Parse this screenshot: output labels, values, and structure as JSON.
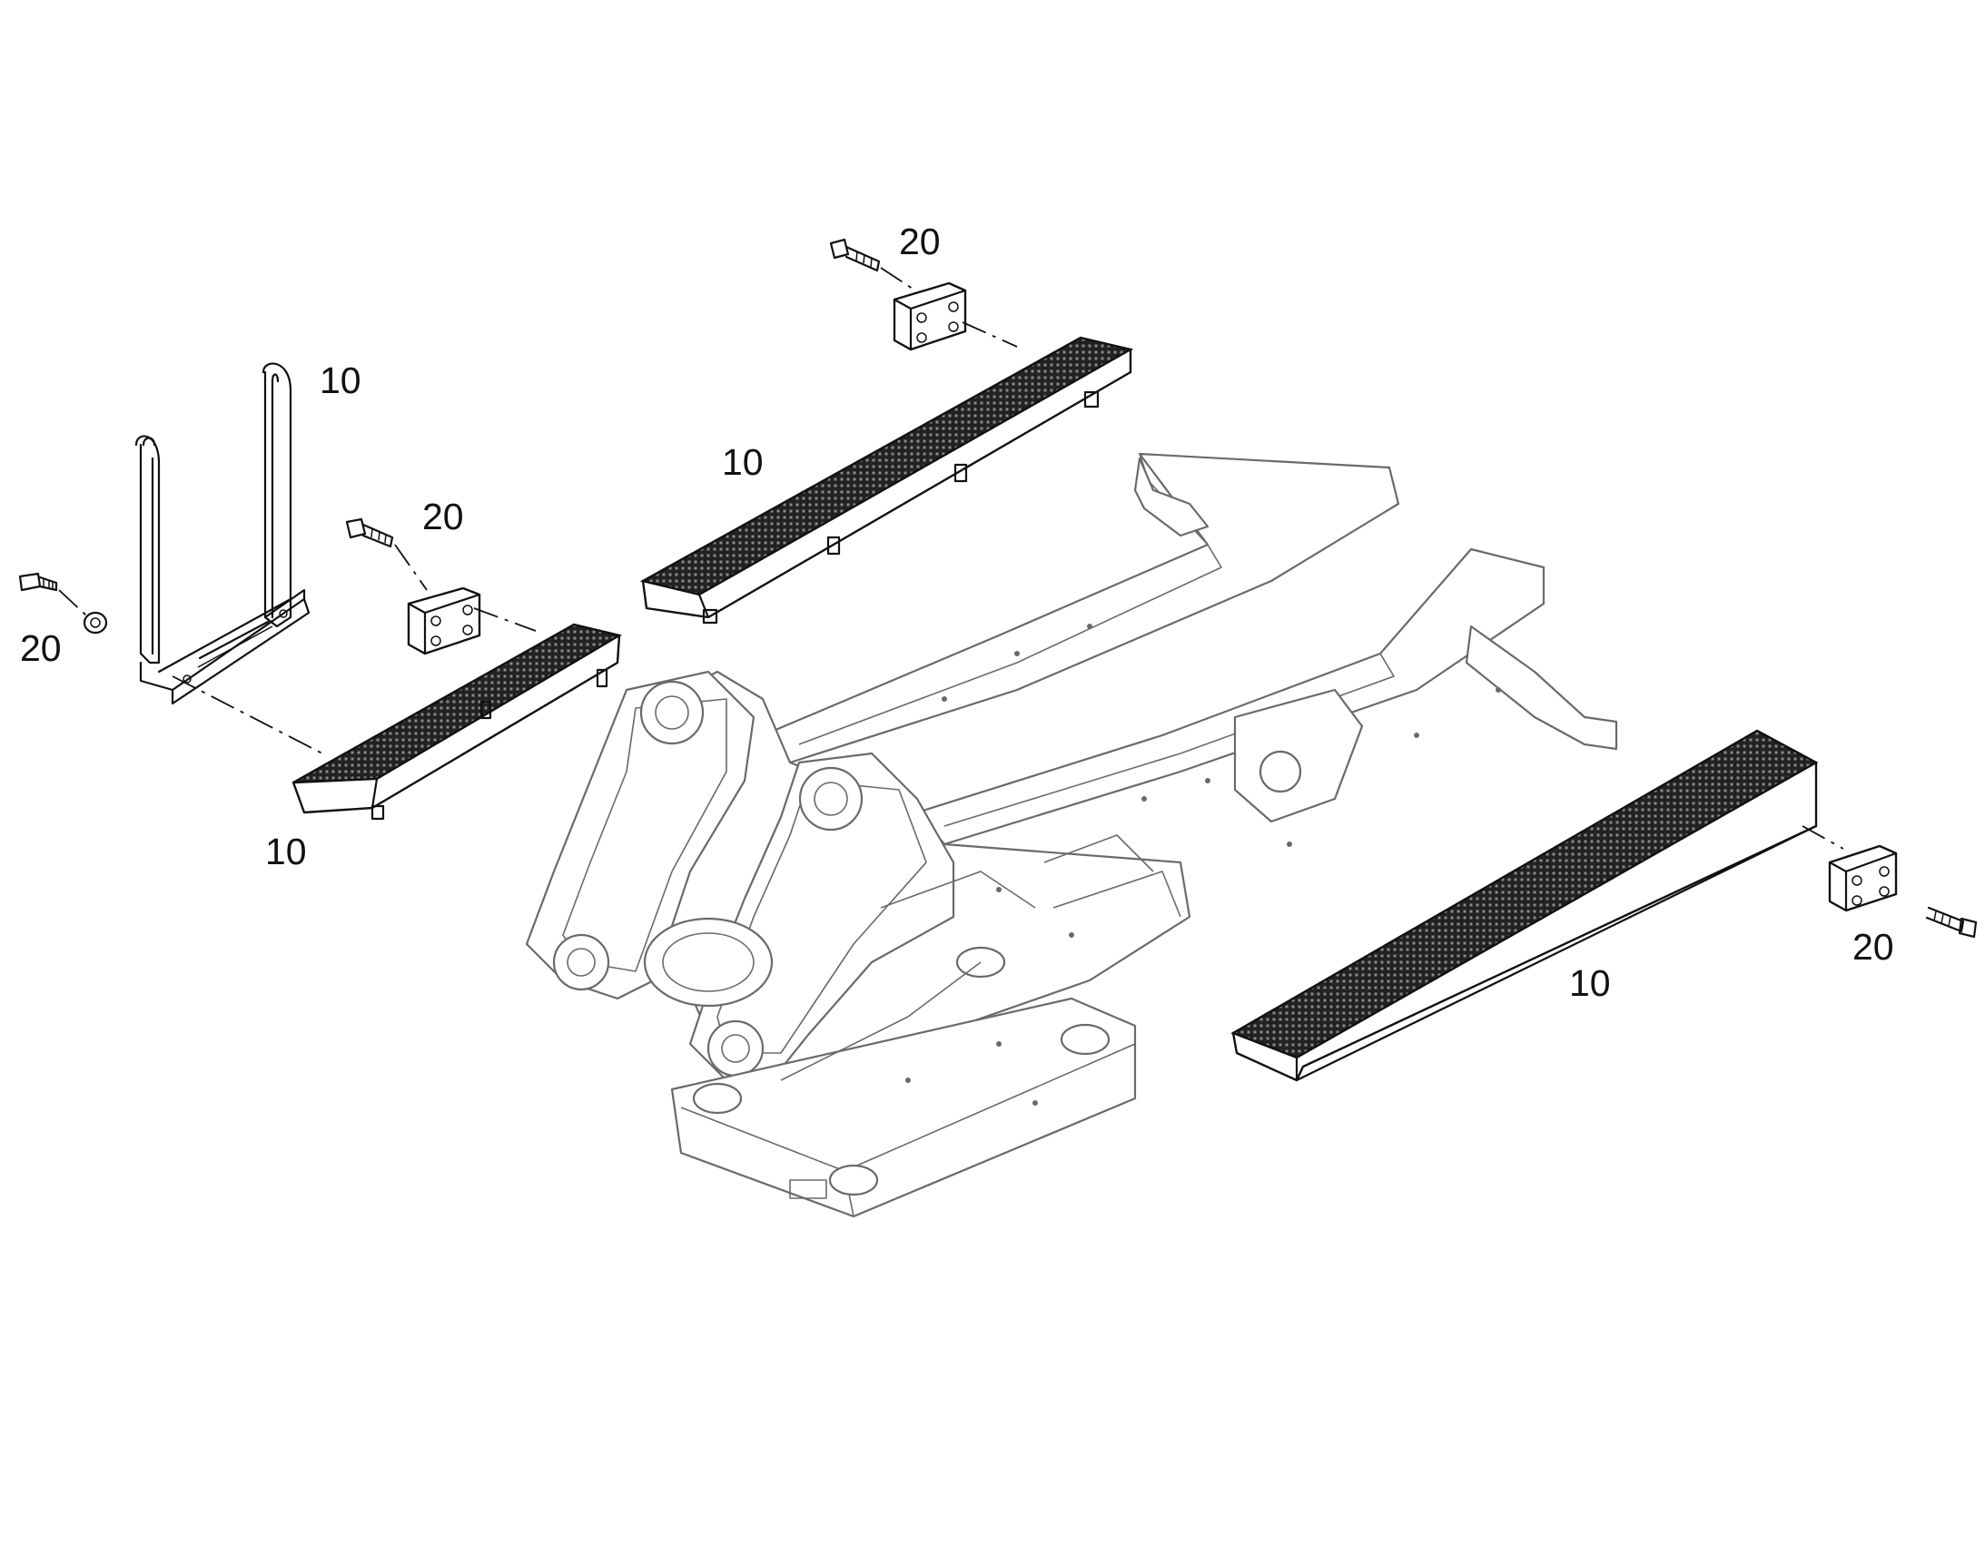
{
  "callouts": [
    {
      "id": "rail-10",
      "text": "10"
    },
    {
      "id": "step-left-10",
      "text": "10"
    },
    {
      "id": "step-top-10",
      "text": "10"
    },
    {
      "id": "step-right-10",
      "text": "10"
    },
    {
      "id": "bolt-left-20",
      "text": "20"
    },
    {
      "id": "plate-left-20",
      "text": "20"
    },
    {
      "id": "plate-top-20",
      "text": "20"
    },
    {
      "id": "plate-right-20",
      "text": "20"
    }
  ],
  "colors": {
    "ink": "#111111",
    "frame": "#6a6a6a",
    "background": "#ffffff"
  }
}
